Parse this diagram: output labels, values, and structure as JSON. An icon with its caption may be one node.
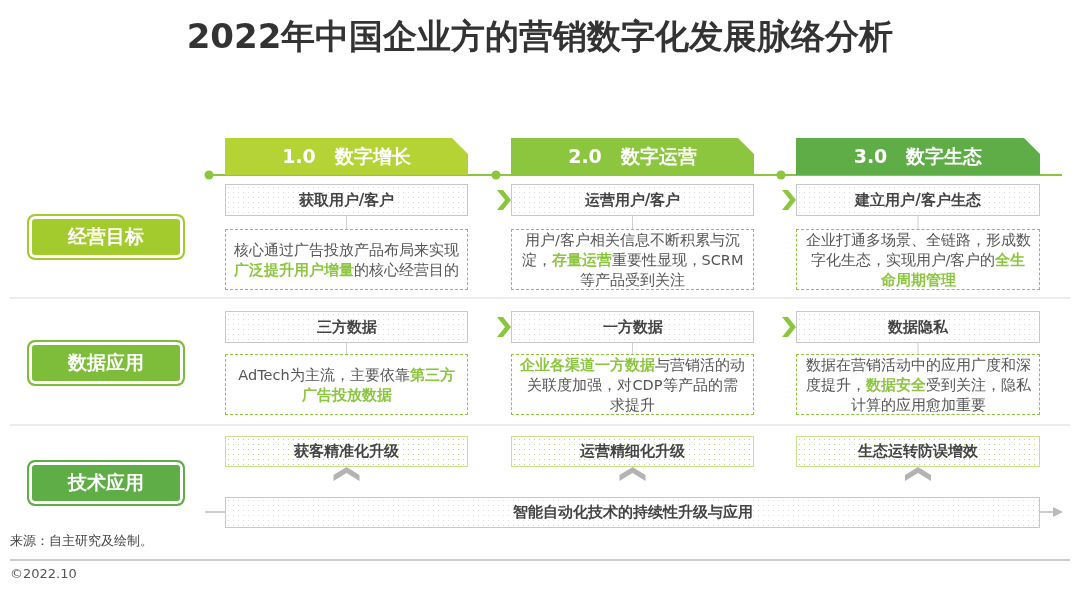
{
  "diagram": {
    "title": "2022年中国企业方的营销数字化发展脉络分析",
    "nodes": [
      {
        "text": [
          "1.0　数字增长"
        ]
      },
      {
        "text": [
          "2.0　数字运营"
        ]
      },
      {
        "text": [
          "3.0　数字生态"
        ]
      },
      {
        "text": [
          "经营目标"
        ]
      },
      {
        "text": [
          "数据应用"
        ]
      },
      {
        "text": [
          "技术应用"
        ]
      },
      {
        "text": [
          "获取用户/客户"
        ]
      },
      {
        "text": [
          "运营用户/客户"
        ]
      },
      {
        "text": [
          "建立用户/客户生态"
        ]
      },
      {
        "text": [
          "核心通过广告投放产品布局来实现**广泛提升用户增量**的核心经营目的"
        ]
      },
      {
        "text": [
          "用户/客户相关信息不断积累与沉淀，**存量运营**重要性显现，SCRM等产品受到关注"
        ]
      },
      {
        "text": [
          "企业打通多场景、全链路，形成数字化生态，实现用户/客户的**全生命周期管理**"
        ]
      },
      {
        "text": [
          "三方数据"
        ]
      },
      {
        "text": [
          "一方数据"
        ]
      },
      {
        "text": [
          "数据隐私"
        ]
      },
      {
        "text": [
          "AdTech为主流，主要依靠**第三方广告投放数据**"
        ]
      },
      {
        "text": [
          "**企业各渠道一方数据**与营销活的动关联度加强，对CDP等产品的需求提升"
        ]
      },
      {
        "text": [
          "数据在营销活动中的应用广度和深度提升，**数据安全**受到关注，隐私计算的应用愈加重要"
        ]
      },
      {
        "text": [
          "获客精准化升级"
        ]
      },
      {
        "text": [
          "运营精细化升级"
        ]
      },
      {
        "text": [
          "生态运转防误增效"
        ]
      },
      {
        "text": [
          "智能自动化技术的持续性升级与应用"
        ]
      }
    ],
    "edges": [
      {
        "from": 6,
        "to": 7,
        "arrow": "to",
        "color": "#8cc63f"
      },
      {
        "from": 7,
        "to": 8,
        "arrow": "to",
        "color": "#8cc63f"
      },
      {
        "from": 6,
        "to": 9,
        "arrow": "none"
      },
      {
        "from": 7,
        "to": 10,
        "arrow": "none"
      },
      {
        "from": 8,
        "to": 11,
        "arrow": "none"
      },
      {
        "from": 12,
        "to": 13,
        "arrow": "to",
        "color": "#8cc63f"
      },
      {
        "from": 13,
        "to": 14,
        "arrow": "to",
        "color": "#8cc63f"
      },
      {
        "from": 12,
        "to": 15,
        "arrow": "none"
      },
      {
        "from": 13,
        "to": 16,
        "arrow": "none"
      },
      {
        "from": 14,
        "to": 17,
        "arrow": "none"
      },
      {
        "from": 21,
        "to": 18,
        "arrow": "to",
        "color": "#b3b3b3"
      },
      {
        "from": 21,
        "to": 19,
        "arrow": "to",
        "color": "#b3b3b3"
      },
      {
        "from": 21,
        "to": 20,
        "arrow": "to",
        "color": "#b3b3b3"
      }
    ],
    "labels": [
      "来源：自主研究及绘制。",
      "©2022.10"
    ]
  }
}
